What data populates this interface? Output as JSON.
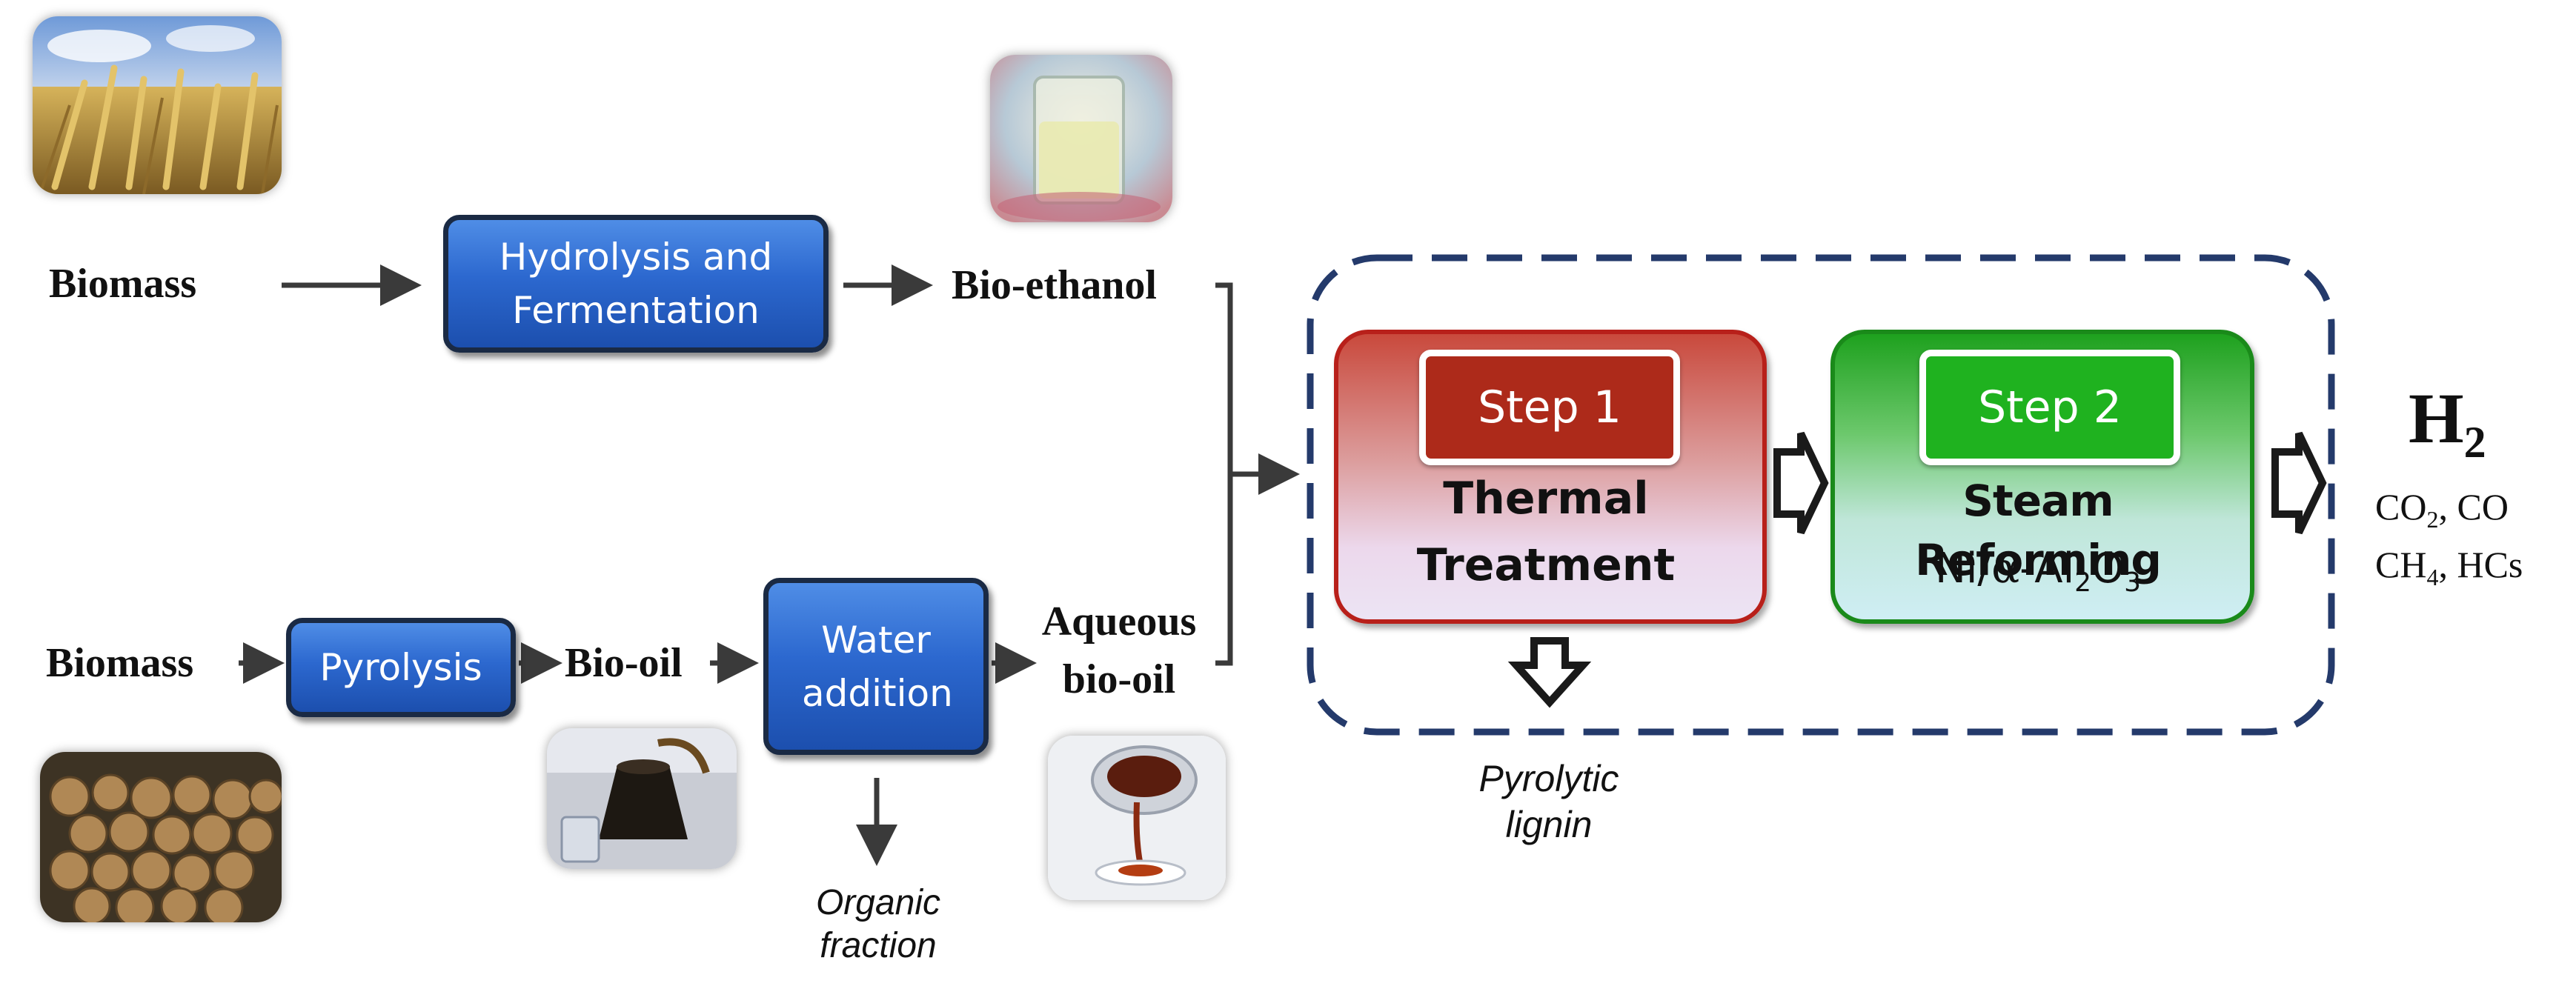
{
  "inputs": {
    "biomass_top": "Biomass",
    "biomass_bottom": "Biomass"
  },
  "processes": {
    "hydrolysis": "Hydrolysis and Fermentation",
    "pyrolysis": "Pyrolysis",
    "water_addition": "Water addition"
  },
  "intermediates": {
    "bio_ethanol": "Bio-ethanol",
    "bio_oil": "Bio-oil",
    "aqueous_bio_oil_1": "Aqueous",
    "aqueous_bio_oil_2": "bio-oil"
  },
  "byproducts": {
    "organic_fraction_1": "Organic",
    "organic_fraction_2": "fraction",
    "pyrolytic_lignin_1": "Pyrolytic",
    "pyrolytic_lignin_2": "lignin"
  },
  "step1": {
    "badge": "Step 1",
    "title_1": "Thermal",
    "title_2": "Treatment"
  },
  "step2": {
    "badge": "Step 2",
    "title": "Steam Reforming",
    "catalyst_pre": "Ni/",
    "catalyst_alpha": "α",
    "catalyst_mid": "-Al",
    "catalyst_sub1": "2",
    "catalyst_o": "O",
    "catalyst_sub2": "3"
  },
  "products": {
    "h2_main": "H",
    "h2_sub": "2",
    "co2_main": "CO",
    "co2_sub": "2",
    "co_rest": ", CO",
    "ch4_main": "CH",
    "ch4_sub": "4",
    "ch4_rest": ", HCs"
  },
  "icons": [
    "wheat-field-photo",
    "bioethanol-flask-photo",
    "wood-logs-photo",
    "bio-oil-pour-photo",
    "aqueous-bio-oil-pour-photo"
  ],
  "colors": {
    "process_blue": "#2c68cf",
    "step1_red": "#b42a1e",
    "step2_green": "#1f9b1f",
    "dashed_frame": "#243a6b"
  }
}
